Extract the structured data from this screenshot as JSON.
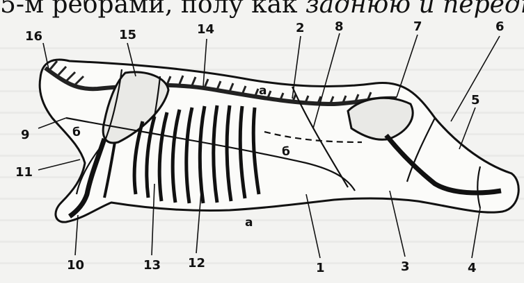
{
  "header": {
    "text_plain": "5-м ребрами, полу как ",
    "text_italic": "заднюю и передню"
  },
  "callouts": [
    "1",
    "2",
    "3",
    "4",
    "5",
    "6",
    "7",
    "8",
    "9",
    "10",
    "11",
    "12",
    "13",
    "14",
    "15",
    "16"
  ],
  "region_letters": {
    "a_top": "а",
    "b_mid": "б",
    "a_bottom": "а",
    "b_left": "б"
  }
}
